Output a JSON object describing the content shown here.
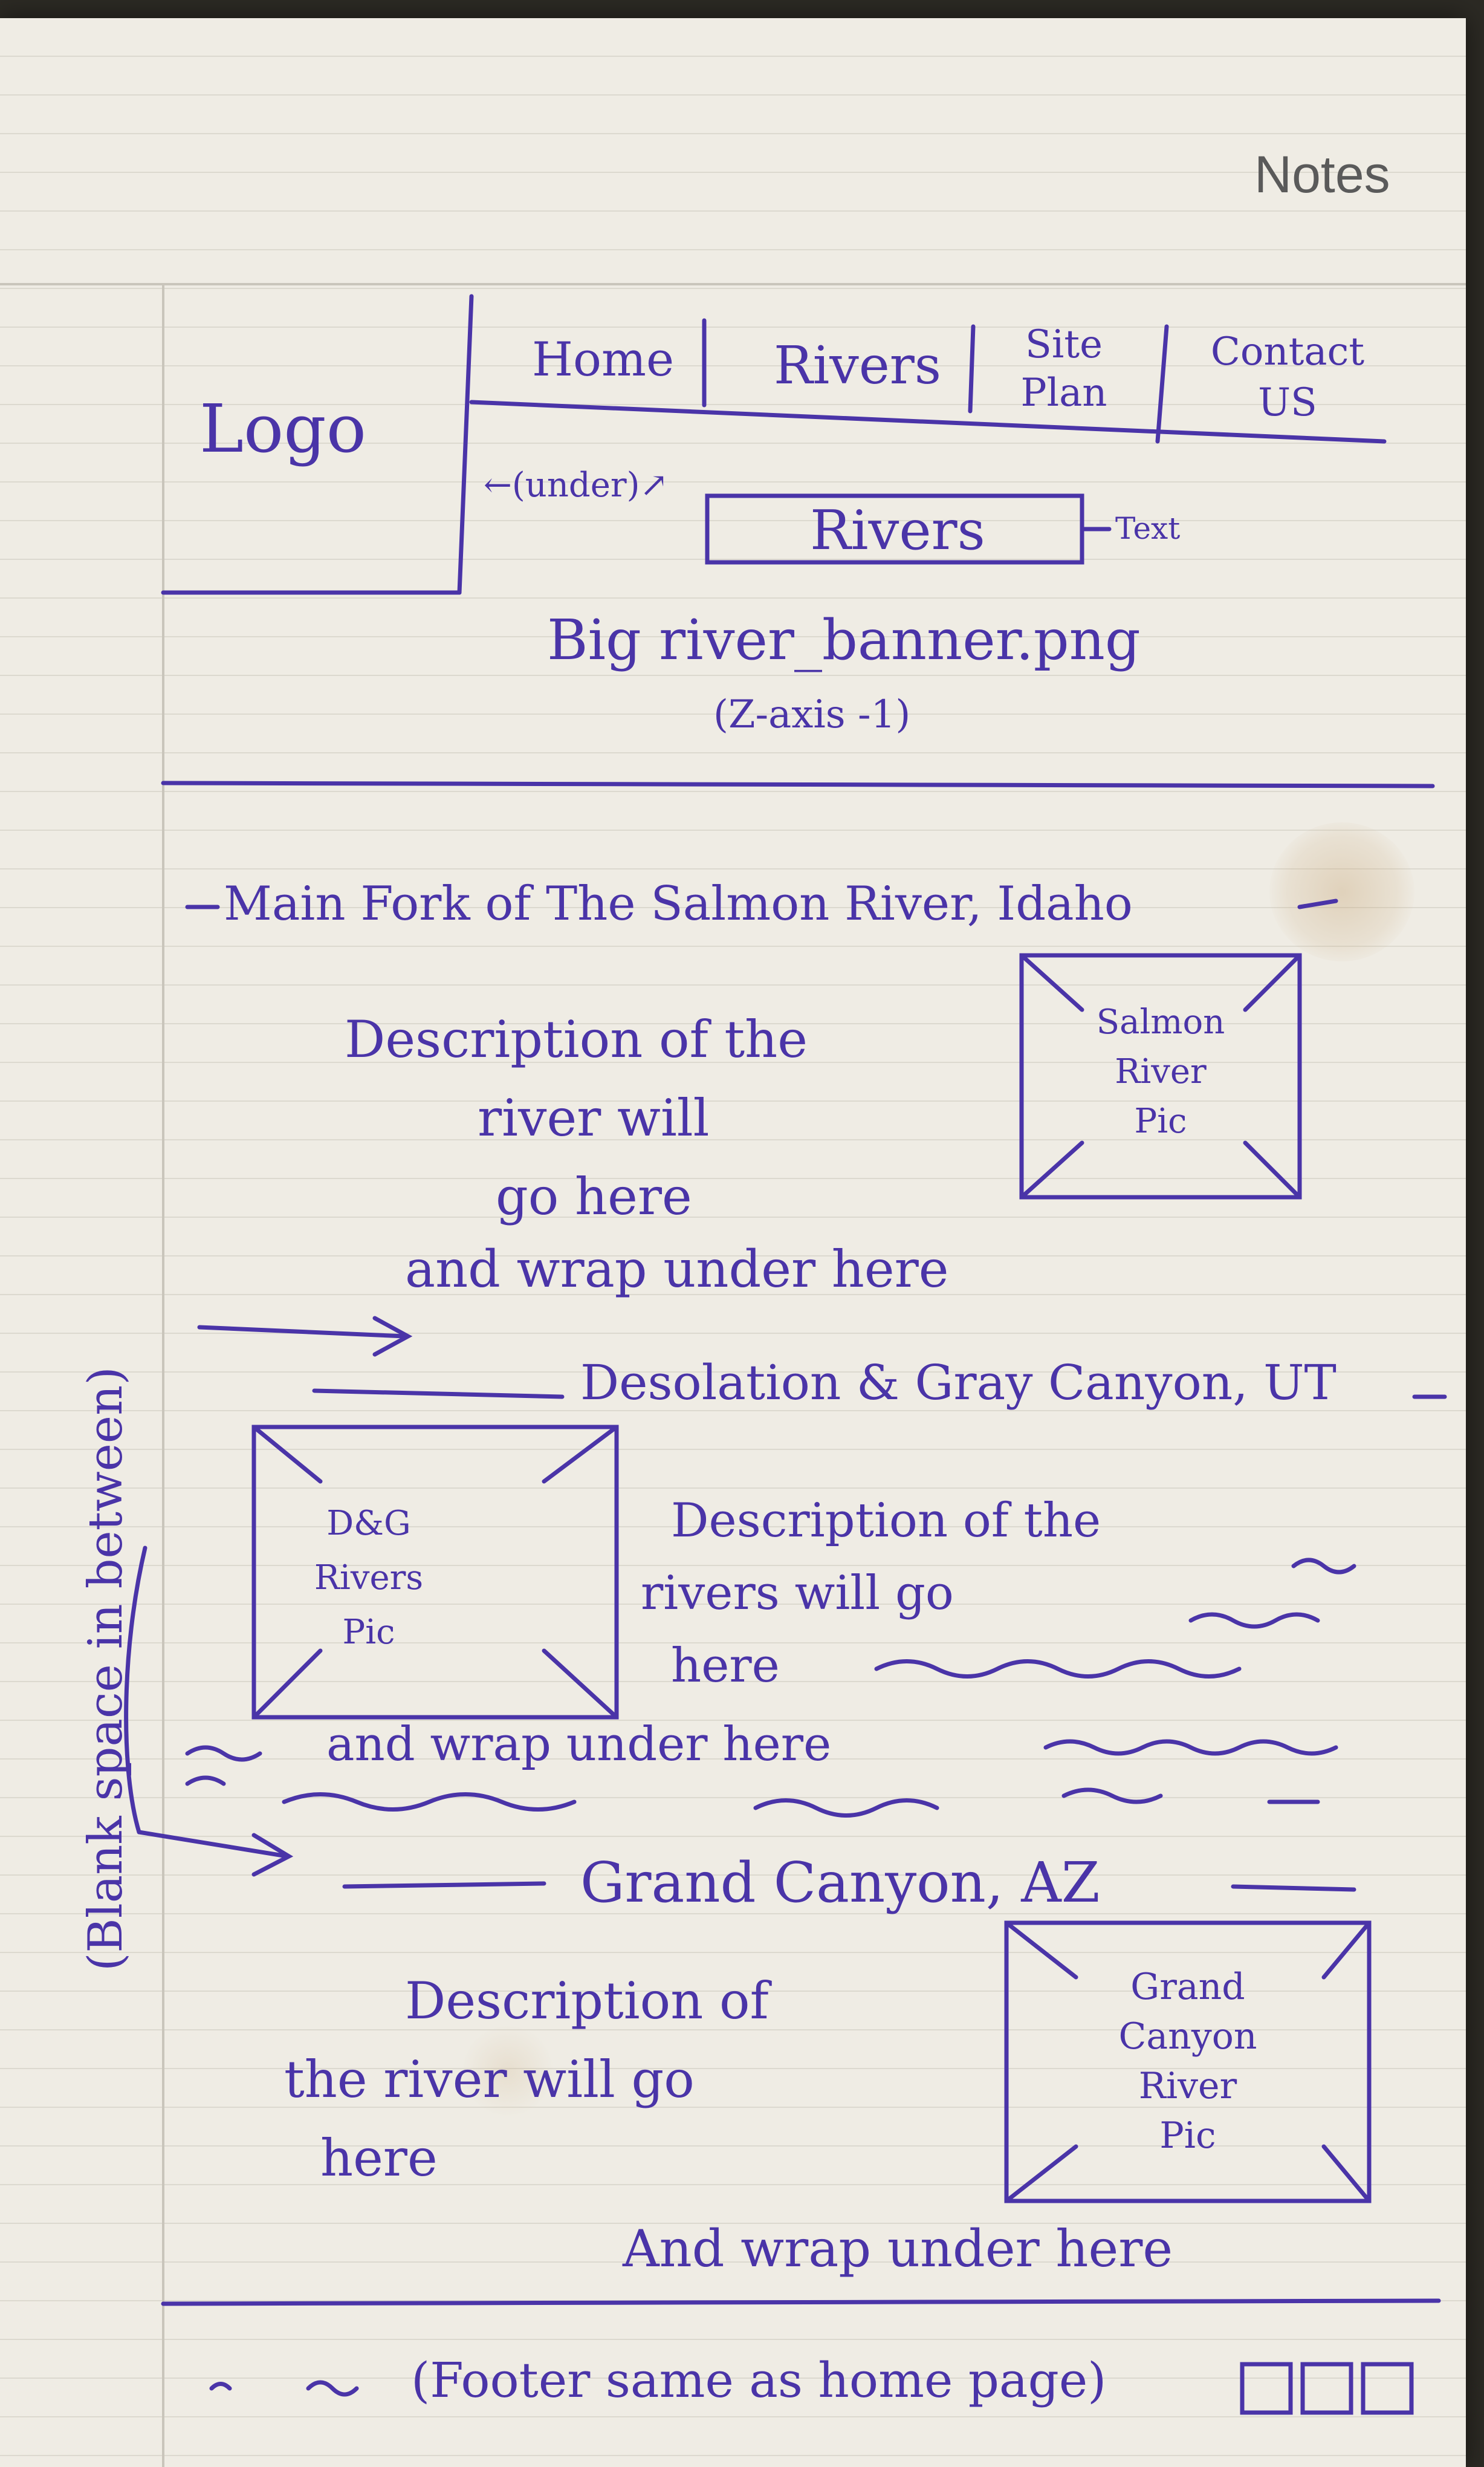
{
  "notebook": {
    "label": "Notes"
  },
  "header": {
    "logo": "Logo",
    "nav": [
      "Home",
      "Rivers",
      "Site Plan",
      "Contact US"
    ],
    "under_note": "←(under)↗",
    "title_box": "Rivers",
    "title_note": "Text",
    "banner": "Big river_banner.png",
    "banner_note": "(Z-axis -1)"
  },
  "side_note": "(Blank space in between)",
  "sections": [
    {
      "heading": "Main Fork of The Salmon River, Idaho",
      "description": [
        "Description of the",
        "river will",
        "go here",
        "and wrap under here"
      ],
      "pic": [
        "Salmon",
        "River",
        "Pic"
      ]
    },
    {
      "heading": "Desolation & Gray Canyon, UT",
      "description": [
        "Description of the",
        "rivers will go",
        "here",
        "and wrap under here"
      ],
      "pic": [
        "D&G",
        "Rivers",
        "Pic"
      ]
    },
    {
      "heading": "Grand Canyon, AZ",
      "description": [
        "Description of",
        "the river will go",
        "here",
        "And wrap under here"
      ],
      "pic": [
        "Grand",
        "Canyon",
        "River",
        "Pic"
      ]
    }
  ],
  "footer": {
    "note": "(Footer same as home page)"
  }
}
